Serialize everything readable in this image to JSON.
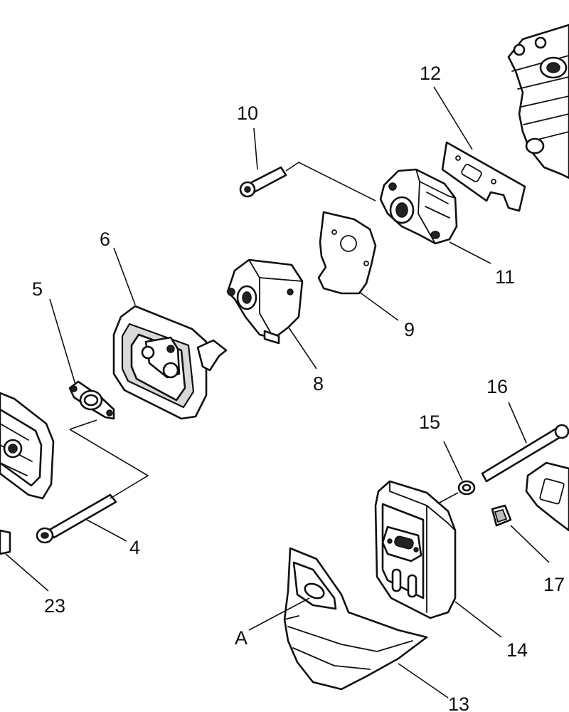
{
  "labels": {
    "l4": "4",
    "l5": "5",
    "l6": "6",
    "l8": "8",
    "l9": "9",
    "l10": "10",
    "l11": "11",
    "l12": "12",
    "l13": "13",
    "l14": "14",
    "l15": "15",
    "l16": "16",
    "l17": "17",
    "l23": "23",
    "lA": "A"
  }
}
